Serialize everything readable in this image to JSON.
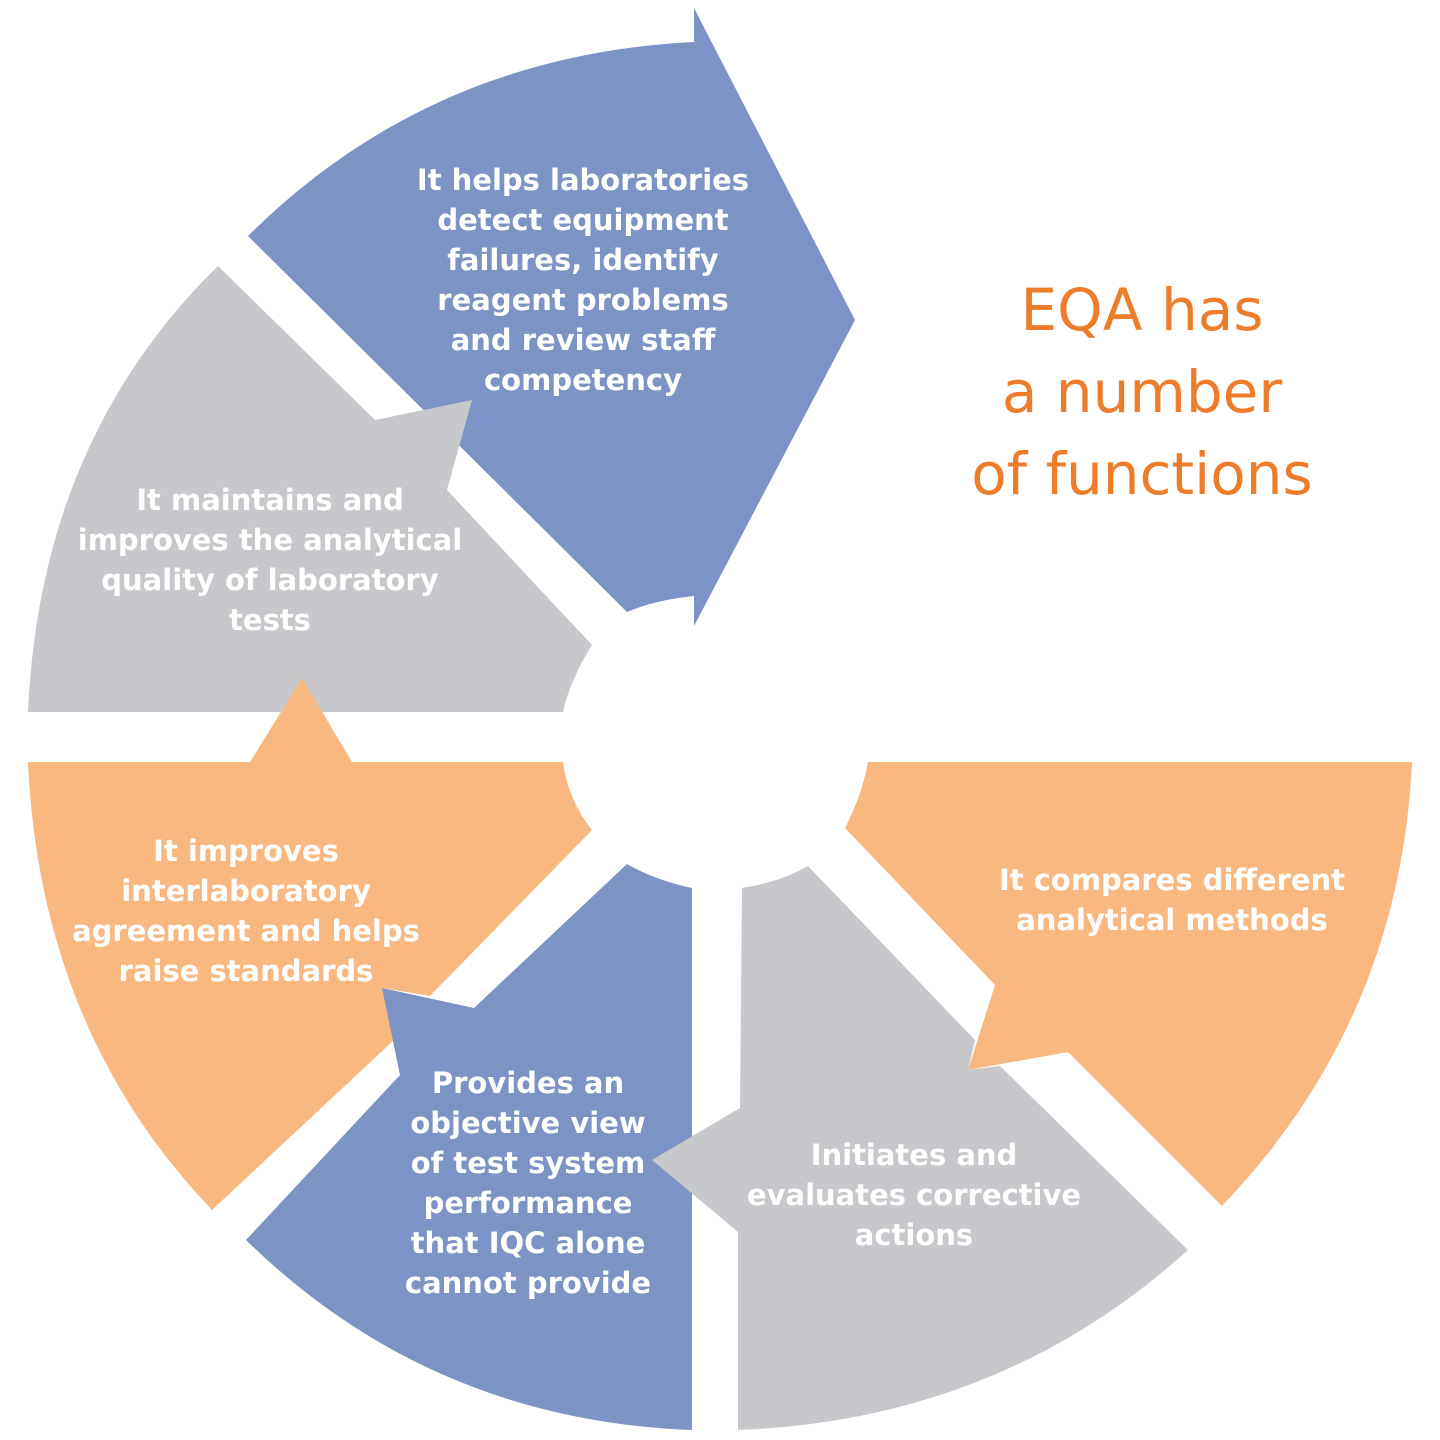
{
  "title": {
    "lines": [
      "EQA has",
      "a number",
      "of functions"
    ]
  },
  "colors": {
    "blue": "#7d93c5",
    "gray": "#c7c8cb",
    "orange": "#f9b880",
    "title": "#ee7d2b",
    "segment_text": "#ffffff"
  },
  "segments": [
    {
      "id": "detect-failures",
      "color": "blue",
      "lines": [
        "It helps laboratories",
        "detect equipment",
        "failures, identify",
        "reagent problems",
        "and review staff",
        "competency"
      ]
    },
    {
      "id": "analytical-quality",
      "color": "gray",
      "lines": [
        "It maintains and",
        "improves the analytical",
        "quality of laboratory",
        "tests"
      ]
    },
    {
      "id": "interlaboratory-agreement",
      "color": "orange",
      "lines": [
        "It improves",
        "interlaboratory",
        "agreement and helps",
        "raise standards"
      ]
    },
    {
      "id": "objective-view",
      "color": "blue",
      "lines": [
        "Provides an",
        "objective view",
        "of test system",
        "performance",
        "that IQC alone",
        "cannot provide"
      ]
    },
    {
      "id": "corrective-actions",
      "color": "gray",
      "lines": [
        "Initiates and",
        "evaluates corrective",
        "actions"
      ]
    },
    {
      "id": "compares-methods",
      "color": "orange",
      "lines": [
        "It compares different",
        "analytical methods"
      ]
    }
  ]
}
